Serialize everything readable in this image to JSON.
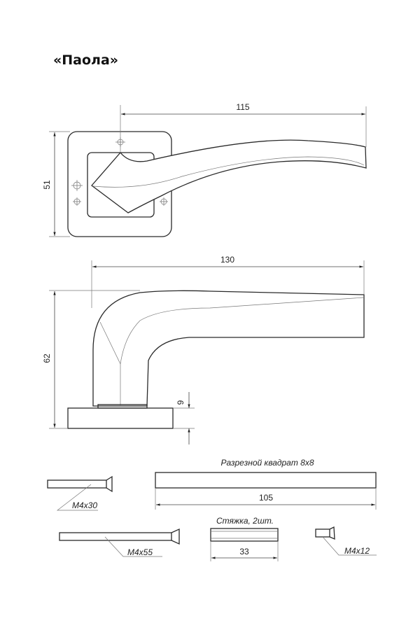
{
  "title": "«Паола»",
  "top_view": {
    "length": "115",
    "height": "51"
  },
  "side_view": {
    "length": "130",
    "height": "62",
    "base_thickness": "9"
  },
  "parts": {
    "screw_short": "M4x30",
    "spindle_label": "Разрезной квадрат 8х8",
    "spindle_length": "105",
    "connector_label": "Стяжка, 2шт.",
    "connector_length": "33",
    "screw_long": "M4x55",
    "screw_small": "M4x12"
  }
}
